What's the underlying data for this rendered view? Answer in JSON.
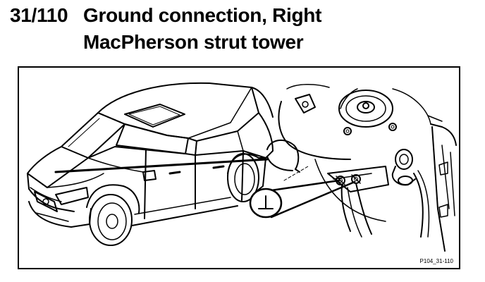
{
  "title": {
    "number": "31/110",
    "line1": "Ground connection, Right",
    "line2": "MacPherson strut tower"
  },
  "figure": {
    "code": "P104_31-110",
    "ground_symbol": "⊥"
  },
  "icons": {
    "car": "car-illustration",
    "strut_tower": "strut-tower-detail",
    "ground": "ground-symbol-icon"
  }
}
